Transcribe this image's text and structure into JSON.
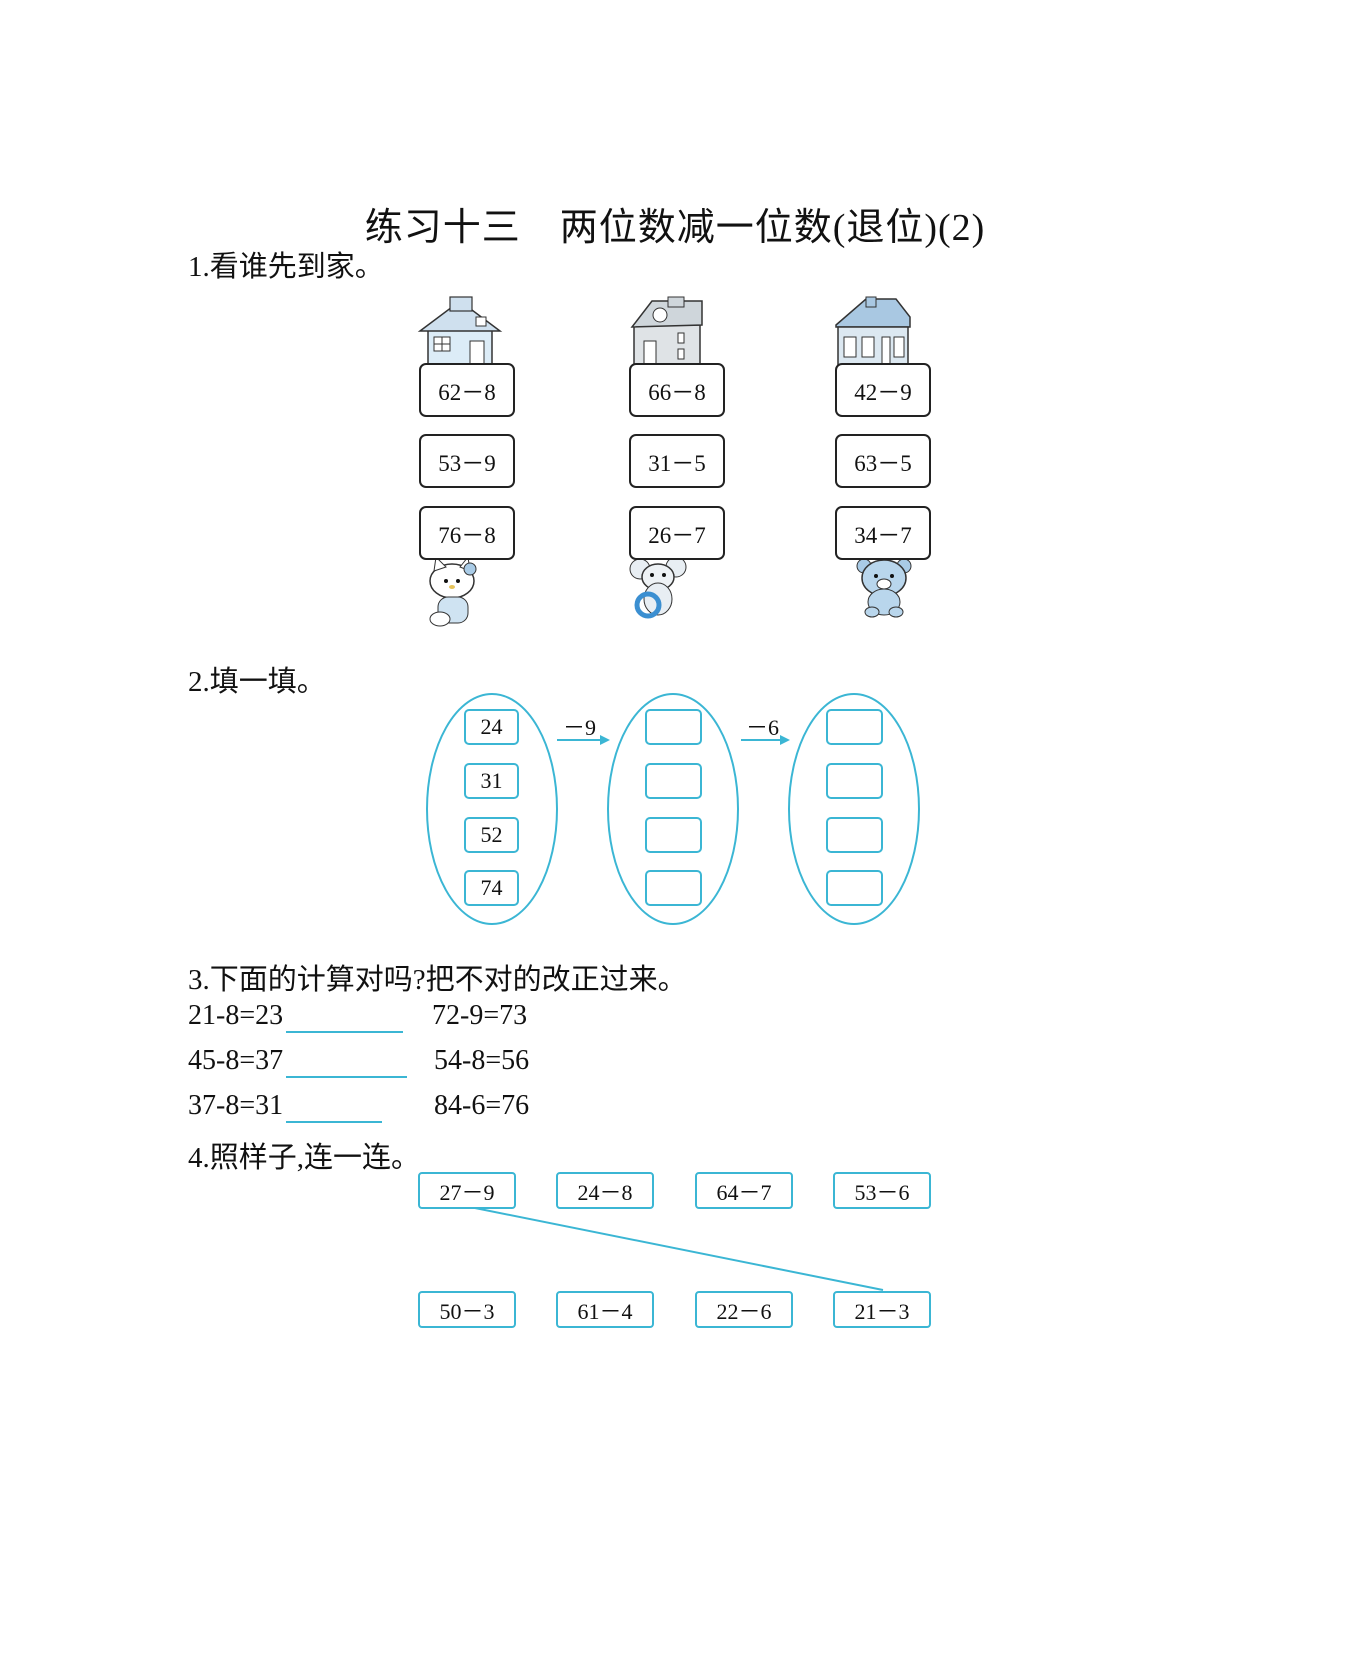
{
  "title": "练习十三　两位数减一位数(退位)(2)",
  "q1": {
    "label": "1.看谁先到家。",
    "columns": [
      {
        "home": "house-1",
        "character": "kitty",
        "exprs": [
          "62－8",
          "53－9",
          "76－8"
        ]
      },
      {
        "home": "house-2",
        "character": "mouse",
        "exprs": [
          "66－8",
          "31－5",
          "26－7"
        ]
      },
      {
        "home": "house-3",
        "character": "bear",
        "exprs": [
          "42－9",
          "63－5",
          "34－7"
        ]
      }
    ]
  },
  "q2": {
    "label": "2.填一填。",
    "numbers": [
      "24",
      "31",
      "52",
      "74"
    ],
    "op1": "－9",
    "op2": "－6"
  },
  "q3": {
    "label": "3.下面的计算对吗?把不对的改正过来。",
    "rows": [
      {
        "left": "21-8=23",
        "right": "72-9=73"
      },
      {
        "left": "45-8=37",
        "right": "54-8=56"
      },
      {
        "left": "37-8=31",
        "right": "84-6=76"
      }
    ]
  },
  "q4": {
    "label": "4.照样子,连一连。",
    "top": [
      "27－9",
      "24－8",
      "64－7",
      "53－6"
    ],
    "bottom": [
      "50－3",
      "61－4",
      "22－6",
      "21－3"
    ]
  },
  "colors": {
    "accent": "#3bb6d4",
    "illustration": "#cfe6f5",
    "ink": "#111111"
  }
}
